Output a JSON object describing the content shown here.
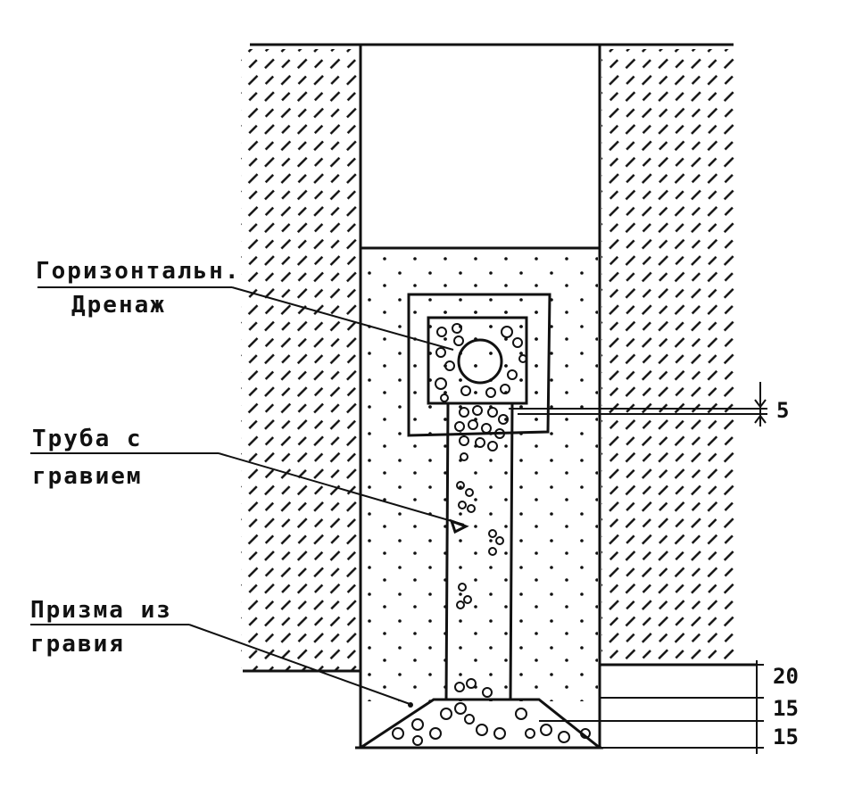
{
  "labels": {
    "drain_line1": "Горизонтальн.",
    "drain_line2": "Дренаж",
    "pipe_line1": "Труба с",
    "pipe_line2": "гравием",
    "prism_line1": "Призма из",
    "prism_line2": "гравия"
  },
  "dimensions": {
    "gap": "5",
    "d1": "20",
    "d2": "15",
    "d3": "15"
  },
  "colors": {
    "ink": "#111111",
    "paper": "#ffffff"
  }
}
